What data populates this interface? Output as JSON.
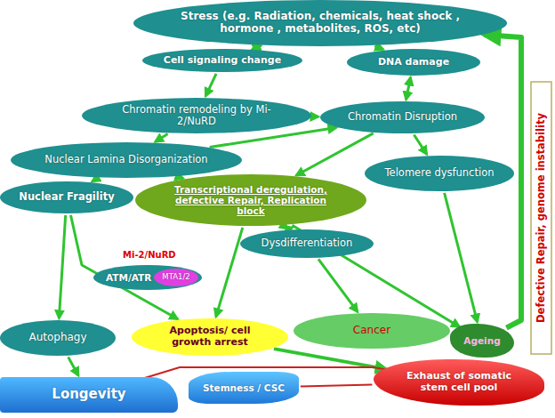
{
  "diagram": {
    "nodes": [
      {
        "text": [
          "Stress (e.g. Radiation, chemicals, heat shock , hormone , metabolites, ROS, etc)"
        ]
      },
      {
        "text": [
          "Cell signaling change"
        ]
      },
      {
        "text": [
          "DNA damage"
        ]
      },
      {
        "text": [
          "Chromatin remodeling by Mi-2/NuRD"
        ]
      },
      {
        "text": [
          "Chromatin Disruption"
        ]
      },
      {
        "text": [
          "Nuclear Lamina Disorganization"
        ]
      },
      {
        "text": [
          "Nuclear Fragility"
        ]
      },
      {
        "text": [
          "Transcriptional deregulation, defective Repair, Replication block"
        ]
      },
      {
        "text": [
          "Telomere dysfunction"
        ]
      },
      {
        "text": [
          "ATM/ATR"
        ]
      },
      {
        "text": [
          "MTA1/2"
        ],
        "in": 9
      },
      {
        "text": [
          "Dysdifferentiation"
        ]
      },
      {
        "text": [
          "Autophagy"
        ]
      },
      {
        "text": [
          "Apoptosis/ cell growth arrest"
        ]
      },
      {
        "text": [
          "Cancer"
        ]
      },
      {
        "text": [
          "Ageing"
        ]
      },
      {
        "text": [
          "Longevity"
        ]
      },
      {
        "text": [
          "Stemness / CSC"
        ]
      },
      {
        "text": [
          "Exhaust of somatic stem cell pool"
        ]
      }
    ],
    "edges": [
      {
        "from": 0,
        "to": 1,
        "arrow": "both"
      },
      {
        "from": 0,
        "to": 2,
        "arrow": "to"
      },
      {
        "from": 1,
        "to": 3,
        "arrow": "to"
      },
      {
        "from": 2,
        "to": 4,
        "arrow": "both"
      },
      {
        "from": 3,
        "to": 4,
        "arrow": "to"
      },
      {
        "from": 3,
        "to": 5,
        "arrow": "to"
      },
      {
        "from": 5,
        "to": 4,
        "arrow": "to"
      },
      {
        "from": 5,
        "to": 6,
        "arrow": "to"
      },
      {
        "from": 5,
        "to": 7,
        "arrow": "to"
      },
      {
        "from": 4,
        "to": 7,
        "arrow": "to"
      },
      {
        "from": 4,
        "to": 8,
        "arrow": "to"
      },
      {
        "from": 6,
        "to": 12,
        "arrow": "to"
      },
      {
        "from": 6,
        "to": 13,
        "arrow": "to"
      },
      {
        "from": 7,
        "to": 13,
        "arrow": "to"
      },
      {
        "from": 7,
        "to": 11,
        "arrow": "both"
      },
      {
        "from": 11,
        "to": 14,
        "arrow": "to"
      },
      {
        "from": 7,
        "to": 15,
        "arrow": "to"
      },
      {
        "from": 8,
        "to": 15,
        "arrow": "to"
      },
      {
        "from": 12,
        "to": 16,
        "arrow": "to"
      },
      {
        "from": 13,
        "to": 18,
        "arrow": "to"
      },
      {
        "from": 15,
        "to": 0,
        "arrow": "to"
      },
      {
        "from": 16,
        "to": 18,
        "arrow": "none"
      },
      {
        "from": 17,
        "to": 18,
        "arrow": "none"
      }
    ],
    "labels": [
      "Mi-2/NuRD",
      "Defective Repair, genome instability"
    ]
  }
}
